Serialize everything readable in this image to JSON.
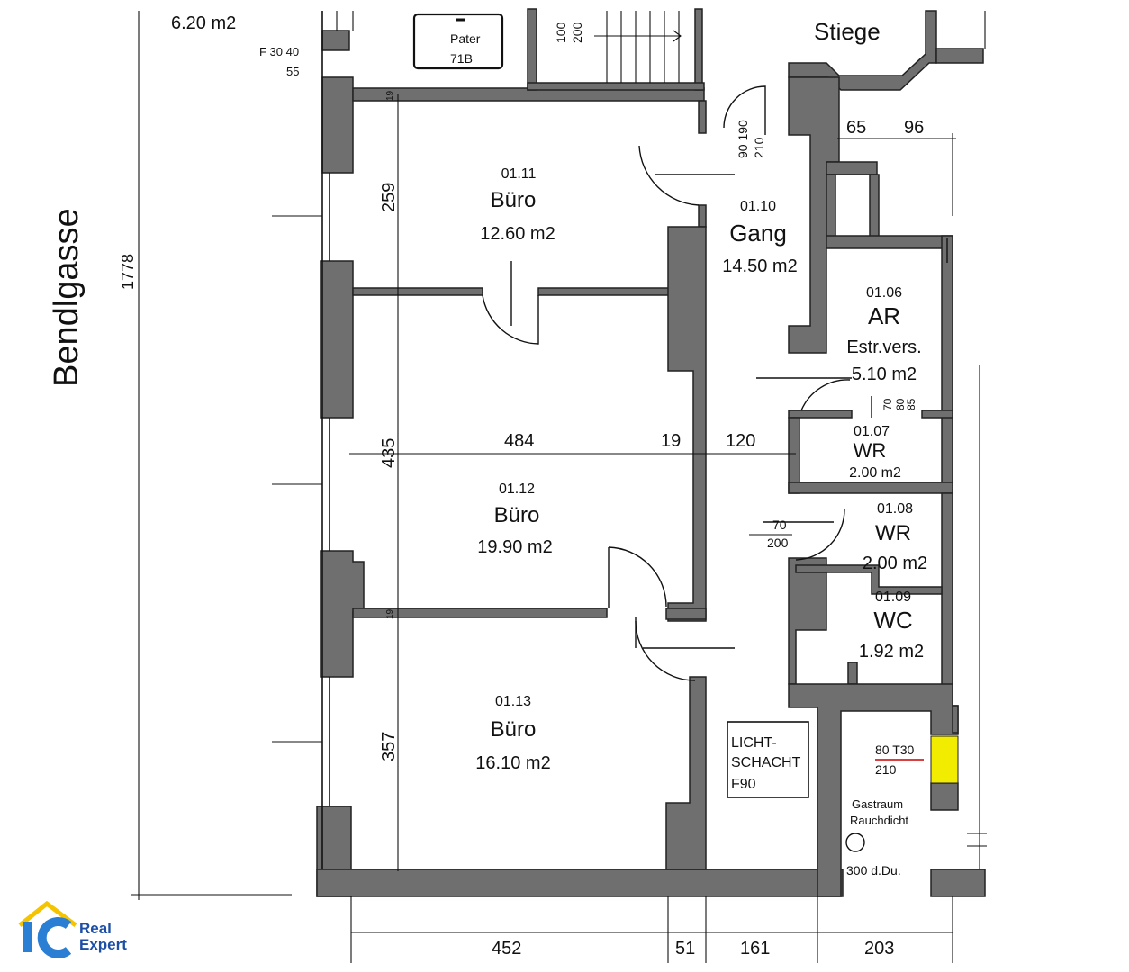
{
  "top": {
    "area_label": "6.20 m2",
    "fire_label_top": "F 30 40",
    "fire_label_bottom": "55",
    "pater_line1": "Pater",
    "pater_line2": "71B",
    "door_dim_a": "100",
    "door_dim_b": "200",
    "stiege": "Stiege"
  },
  "street": {
    "name": "Bendlgasse",
    "length": "1778"
  },
  "rooms": {
    "r0111": {
      "num": "01.11",
      "name": "Büro",
      "area": "12.60 m2"
    },
    "r0110": {
      "num": "01.10",
      "name": "Gang",
      "area": "14.50 m2"
    },
    "r0106": {
      "num": "01.06",
      "name": "AR",
      "sub": "Estr.vers.",
      "area": "5.10 m2"
    },
    "r0107": {
      "num": "01.07",
      "name": "WR",
      "area": "2.00 m2"
    },
    "r0112": {
      "num": "01.12",
      "name": "Büro",
      "area": "19.90 m2"
    },
    "r0108": {
      "num": "01.08",
      "name": "WR",
      "area": "2.00 m2"
    },
    "r0109": {
      "num": "01.09",
      "name": "WC",
      "area": "1.92 m2"
    },
    "r0113": {
      "num": "01.13",
      "name": "Büro",
      "area": "16.10 m2"
    }
  },
  "dims": {
    "d65": "65",
    "d96": "96",
    "d90_190": "90 190",
    "d210": "210",
    "d259": "259",
    "d435": "435",
    "d357": "357",
    "d484": "484",
    "d19": "19",
    "d120": "120",
    "d70": "70",
    "d200": "200",
    "d70b": "70",
    "d85": "85",
    "d80": "80",
    "d452": "452",
    "d51": "51",
    "d161": "161",
    "d203": "203",
    "d300": "300 d.Du.",
    "wall19a": "19",
    "wall19b": "19"
  },
  "lichtschacht": {
    "l1": "LICHT-",
    "l2": "SCHACHT",
    "l3": "F90"
  },
  "gastraum": {
    "door_top": "80 T30",
    "door_bottom": "210",
    "l1": "Gastraum",
    "l2": "Rauchdicht",
    "highlight": "#f2ec00"
  },
  "logo": {
    "line1": "Real",
    "line2": "Expert",
    "color": "#1d4fa6",
    "mark": "IC",
    "mark_color": "#2a7fd4",
    "mark_bg": "#f5c400"
  }
}
